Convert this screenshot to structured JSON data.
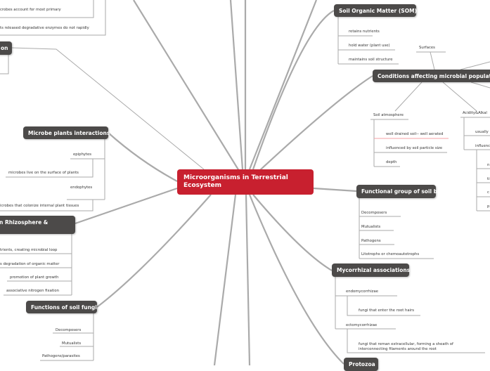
{
  "central": {
    "title": "Microorganisms in Terrestrial Ecosystem",
    "color": "#c8202f"
  },
  "top_left": {
    "item1": "crobes account for most primary",
    "item2": "ts released degradative enzymes do not rapidly",
    "node": "on"
  },
  "som": {
    "title": "Soil Organic Matter (SOM)",
    "items": [
      "retains nutrients",
      "hold water (plant use)",
      "maintains soil structure"
    ]
  },
  "conditions": {
    "title": "Conditions affecting microbial population",
    "surfaces": "Surfaces",
    "soil_atmosphere": {
      "title": "Soil atmosphere",
      "items": [
        "well drained soil-- well aerated",
        "influenced by soil particle size",
        "depth"
      ]
    },
    "acidity": {
      "title": "Acidity&Alkal",
      "items": [
        "usually",
        "influenc"
      ],
      "sub": [
        "n",
        "ti",
        "c",
        "p"
      ]
    }
  },
  "functional": {
    "title": "Functional group of soil bacteria",
    "items": [
      "Decomposers",
      "Mutualists",
      "Pathogens",
      "Litotrophs or chemoautotrophs"
    ]
  },
  "mycorrhizal": {
    "title": "Mycorrhizal associations",
    "endo": "endomycorrhizae",
    "endo_desc": "fungi that enter the root hairs",
    "ecto": "ectomycorrhizae",
    "ecto_desc1": "fungi that reman extracellular, forming a sheath of",
    "ecto_desc2": "interconnecting filaments around the root"
  },
  "protozoa": {
    "title": "Protozoa"
  },
  "microbe_plants": {
    "title": "Microbe plants interactions",
    "epiphytes": "epiphytes",
    "epi_desc": "microbes live on the surface of plants",
    "endophytes": "endophytes",
    "endo_desc": "icrobes that colonize internal plant tissues"
  },
  "rhizosphere": {
    "title": "n Rhizosphere &",
    "items": [
      "trients, creating microbial loop",
      "s degradation of organic matter",
      "promotion of plant growth",
      "associative nitrogen fixation"
    ]
  },
  "fungi": {
    "title": "Functions of soil fungi",
    "items": [
      "Decomposers",
      "Mutualists",
      "Pathogens/parasites"
    ]
  }
}
